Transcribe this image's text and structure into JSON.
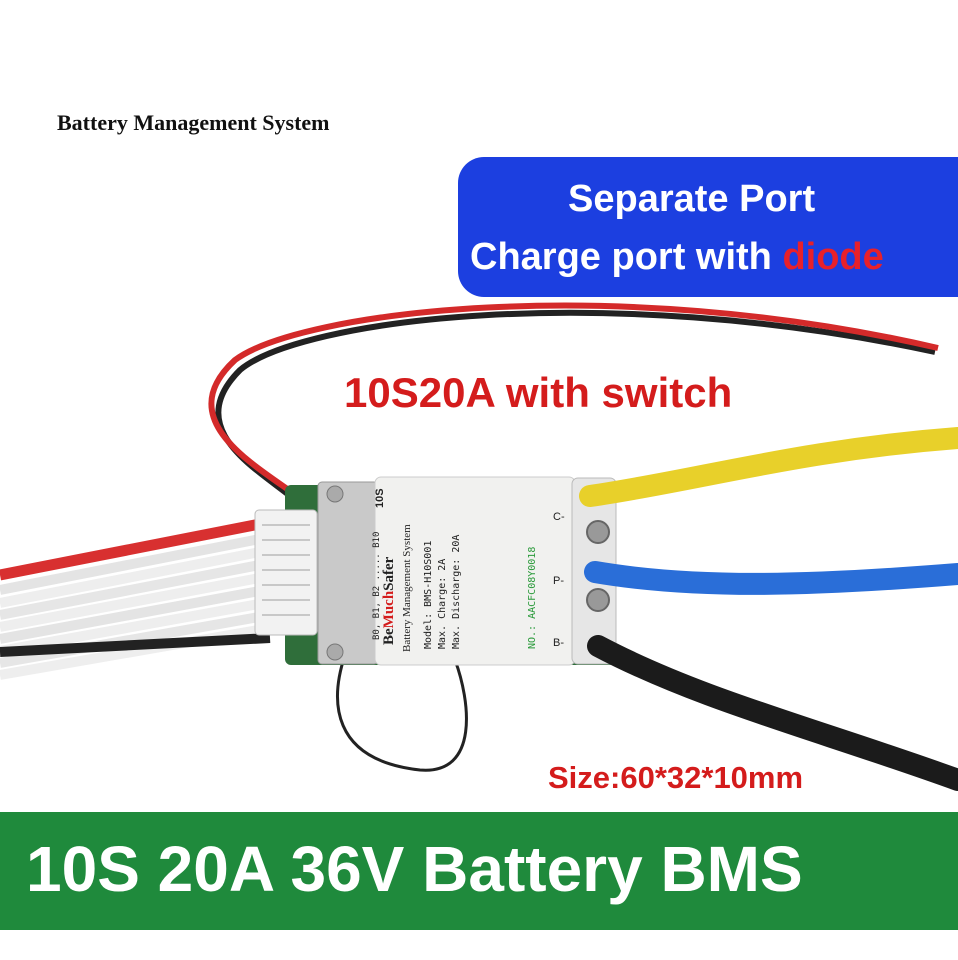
{
  "header_title": "Battery Management System",
  "port_box": {
    "line1": "Separate Port",
    "line2_prefix": "Charge port with ",
    "line2_highlight": "diode"
  },
  "switch_label": "10S20A with switch",
  "size_label": "Size:60*32*10mm",
  "bottom_banner": "10S 20A 36V Battery BMS",
  "bms": {
    "brand_prefix": "Be",
    "brand_mid": "Much",
    "brand_suffix": "Safer",
    "subtitle": "Battery Management System",
    "model": "Model: BMS-H10S001",
    "max_charge": "Max. Charge: 2A",
    "max_discharge": "Max. Discharge: 20A",
    "serial": "NO.: AACFC08Y0018",
    "balance_ports": "B0, B1, B2 ..... B10",
    "series_label": "10S",
    "port_c": "C-",
    "port_p": "P-",
    "port_b": "B-"
  },
  "colors": {
    "port_box_bg": "#1c3fe0",
    "banner_bg": "#1f8a3c",
    "highlight_red": "#d41c1c"
  }
}
